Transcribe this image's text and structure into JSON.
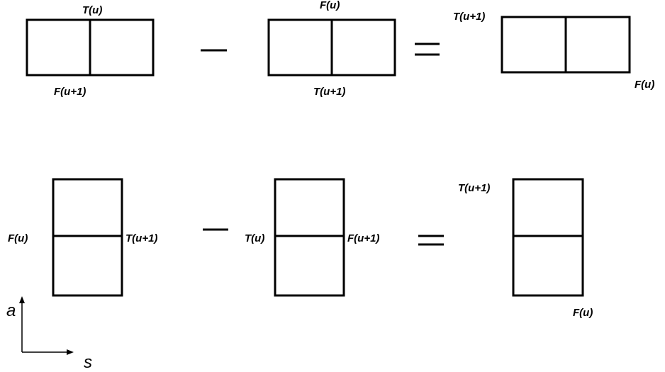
{
  "row1": {
    "term1": {
      "top": "T(u)",
      "bottom": "F(u+1)"
    },
    "term2": {
      "top": "F(u)",
      "bottom": "T(u+1)"
    },
    "result": {
      "top_left": "T(u+1)",
      "bottom_right": "F(u)"
    }
  },
  "row2": {
    "term1": {
      "left": "F(u)",
      "right": "T(u+1)"
    },
    "term2": {
      "left": "T(u)",
      "right": "F(u+1)"
    },
    "result": {
      "top_left": "T(u+1)",
      "bottom_right": "F(u)"
    }
  },
  "axes": {
    "vertical": "a",
    "horizontal": "s"
  }
}
